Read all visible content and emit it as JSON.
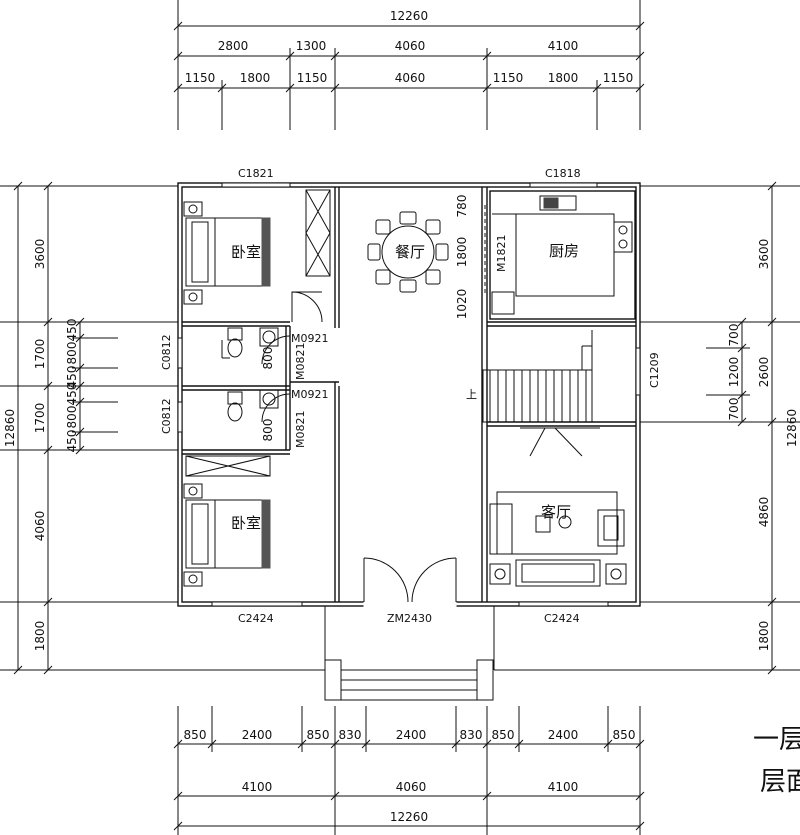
{
  "dimensions": {
    "top_total": "12260",
    "top_row": [
      "2800",
      "1300",
      "4060",
      "4100"
    ],
    "top_detail": [
      "1150",
      "1800",
      "1150",
      "4060",
      "1150",
      "1800",
      "1150"
    ],
    "bottom_detail": [
      "850",
      "2400",
      "850",
      "830",
      "2400",
      "830",
      "850",
      "2400",
      "850"
    ],
    "bottom_row": [
      "4100",
      "4060",
      "4100"
    ],
    "bottom_total": "12260",
    "left_outer": "12860",
    "left_main": [
      "3600",
      "1700",
      "1700",
      "4060",
      "1800"
    ],
    "left_small": [
      "450",
      "800",
      "450",
      "450",
      "800",
      "450"
    ],
    "right_outer": "12860",
    "right_main": [
      "3600",
      "2600",
      "4860",
      "1800"
    ],
    "right_small": [
      "700",
      "1200",
      "700"
    ],
    "dining_vertical": [
      "780",
      "1800",
      "1020"
    ],
    "bath_vertical": [
      "800",
      "800"
    ]
  },
  "rooms": {
    "bedroom_top": "卧室",
    "bedroom_bottom": "卧室",
    "dining": "餐厅",
    "kitchen": "厨房",
    "living": "客厅"
  },
  "labels": {
    "window_c1821": "C1821",
    "window_c1818": "C1818",
    "window_c0812_a": "C0812",
    "window_c0812_b": "C0812",
    "window_c1209": "C1209",
    "window_c2424_left": "C2424",
    "window_c2424_right": "C2424",
    "main_door": "ZM2430",
    "door_m1821": "M1821",
    "door_m0921_a": "M0921",
    "door_m0921_b": "M0921",
    "door_m0821_a": "M0821",
    "door_m0821_b": "M0821",
    "stair_up": "上"
  },
  "caption": {
    "line1": "一层",
    "line2": "层面"
  }
}
